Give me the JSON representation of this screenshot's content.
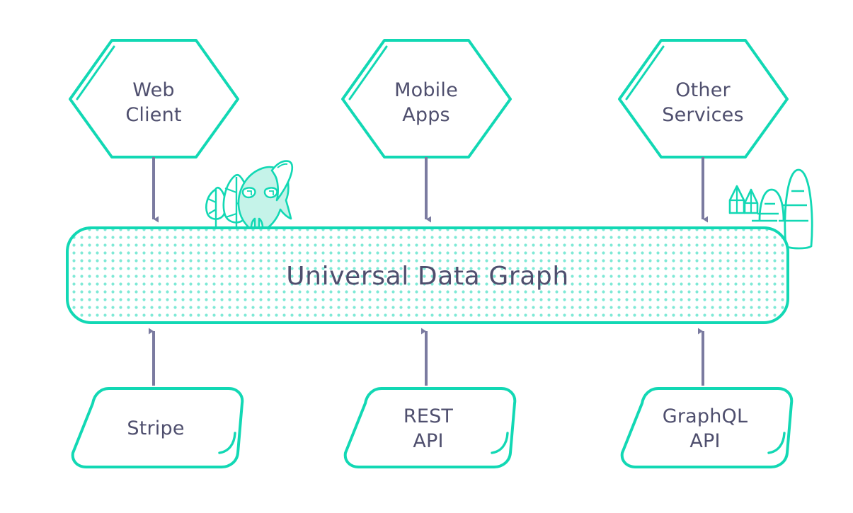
{
  "diagram": {
    "title": "Universal Data Graph",
    "colors": {
      "teal": "#12D8B4",
      "teal_light": "#7FE9D6",
      "creature_fill": "#C5F3E9",
      "slate": "#4F4F6E",
      "arrow": "#7B7BA0",
      "background": "#FFFFFF"
    },
    "clients": [
      {
        "id": "web-client",
        "line1": "Web",
        "line2": "Client",
        "shape": "hexagon"
      },
      {
        "id": "mobile-apps",
        "line1": "Mobile",
        "line2": "Apps",
        "shape": "hexagon"
      },
      {
        "id": "other-services",
        "line1": "Other",
        "line2": "Services",
        "shape": "hexagon"
      }
    ],
    "hub": {
      "label": "Universal Data Graph",
      "shape": "dotted-rounded-bar"
    },
    "sources": [
      {
        "id": "stripe",
        "line1": "Stripe",
        "line2": "",
        "shape": "skewed-rounded-box"
      },
      {
        "id": "rest-api",
        "line1": "REST",
        "line2": "API",
        "shape": "skewed-rounded-box"
      },
      {
        "id": "graphql-api",
        "line1": "GraphQL",
        "line2": "API",
        "shape": "skewed-rounded-box"
      }
    ],
    "arrows_down": [
      {
        "id": "arrow-web-client-to-hub",
        "from": "web-client",
        "to": "hub",
        "direction": "down"
      },
      {
        "id": "arrow-mobile-apps-to-hub",
        "from": "mobile-apps",
        "to": "hub",
        "direction": "down"
      },
      {
        "id": "arrow-other-services-to-hub",
        "from": "other-services",
        "to": "hub",
        "direction": "down"
      }
    ],
    "arrows_up": [
      {
        "id": "arrow-stripe-to-hub",
        "from": "stripe",
        "to": "hub",
        "direction": "up"
      },
      {
        "id": "arrow-rest-api-to-hub",
        "from": "rest-api",
        "to": "hub",
        "direction": "up"
      },
      {
        "id": "arrow-graphql-api-to-hub",
        "from": "graphql-api",
        "to": "hub",
        "direction": "up"
      }
    ],
    "decorations": [
      {
        "id": "creature-mascot",
        "kind": "alien-creature",
        "side": "left"
      },
      {
        "id": "tree-cluster",
        "kind": "trees",
        "side": "left"
      },
      {
        "id": "crystal-cluster",
        "kind": "crystals",
        "side": "right"
      },
      {
        "id": "rock-formations",
        "kind": "rocks",
        "side": "right"
      }
    ]
  }
}
